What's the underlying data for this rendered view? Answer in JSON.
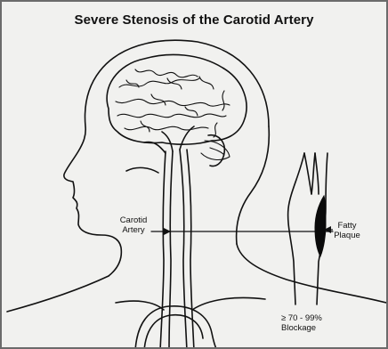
{
  "diagram": {
    "title": "Severe Stenosis of the Carotid Artery",
    "labels": {
      "carotid_line1": "Carotid",
      "carotid_line2": "Artery",
      "plaque_line1": "Fatty",
      "plaque_line2": "Plaque",
      "blockage_line1": "≥ 70 - 99%",
      "blockage_line2": "Blockage"
    }
  },
  "colors": {
    "background": "#f1f1ef",
    "ink": "#111111",
    "plaque": "#0a0a0a"
  }
}
